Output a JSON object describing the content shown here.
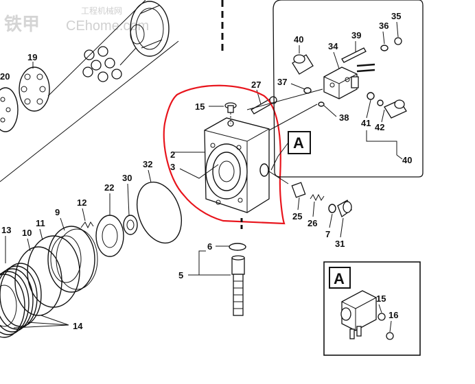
{
  "watermark": {
    "brand": "铁甲",
    "url": "CEhome.com",
    "tagline": "工程机械网"
  },
  "callouts": {
    "main": "A",
    "inset": "A"
  },
  "labels": {
    "p20": "20",
    "p19": "19",
    "p15": "15",
    "p27": "27",
    "p2": "2",
    "p3": "3",
    "p32": "32",
    "p22": "22",
    "p30": "30",
    "p12": "12",
    "p9": "9",
    "p11": "11",
    "p10": "10",
    "p13": "13",
    "p14": "14",
    "p6": "6",
    "p5": "5",
    "p25": "25",
    "p26": "26",
    "p7": "7",
    "p31": "31",
    "p40a": "40",
    "p39": "39",
    "p36": "36",
    "p35": "35",
    "p34": "34",
    "p37": "37",
    "p38": "38",
    "p41": "41",
    "p42": "42",
    "p40b": "40",
    "inset15": "15",
    "inset16": "16"
  },
  "highlight_color": "#e8141c",
  "line_color": "#111111"
}
